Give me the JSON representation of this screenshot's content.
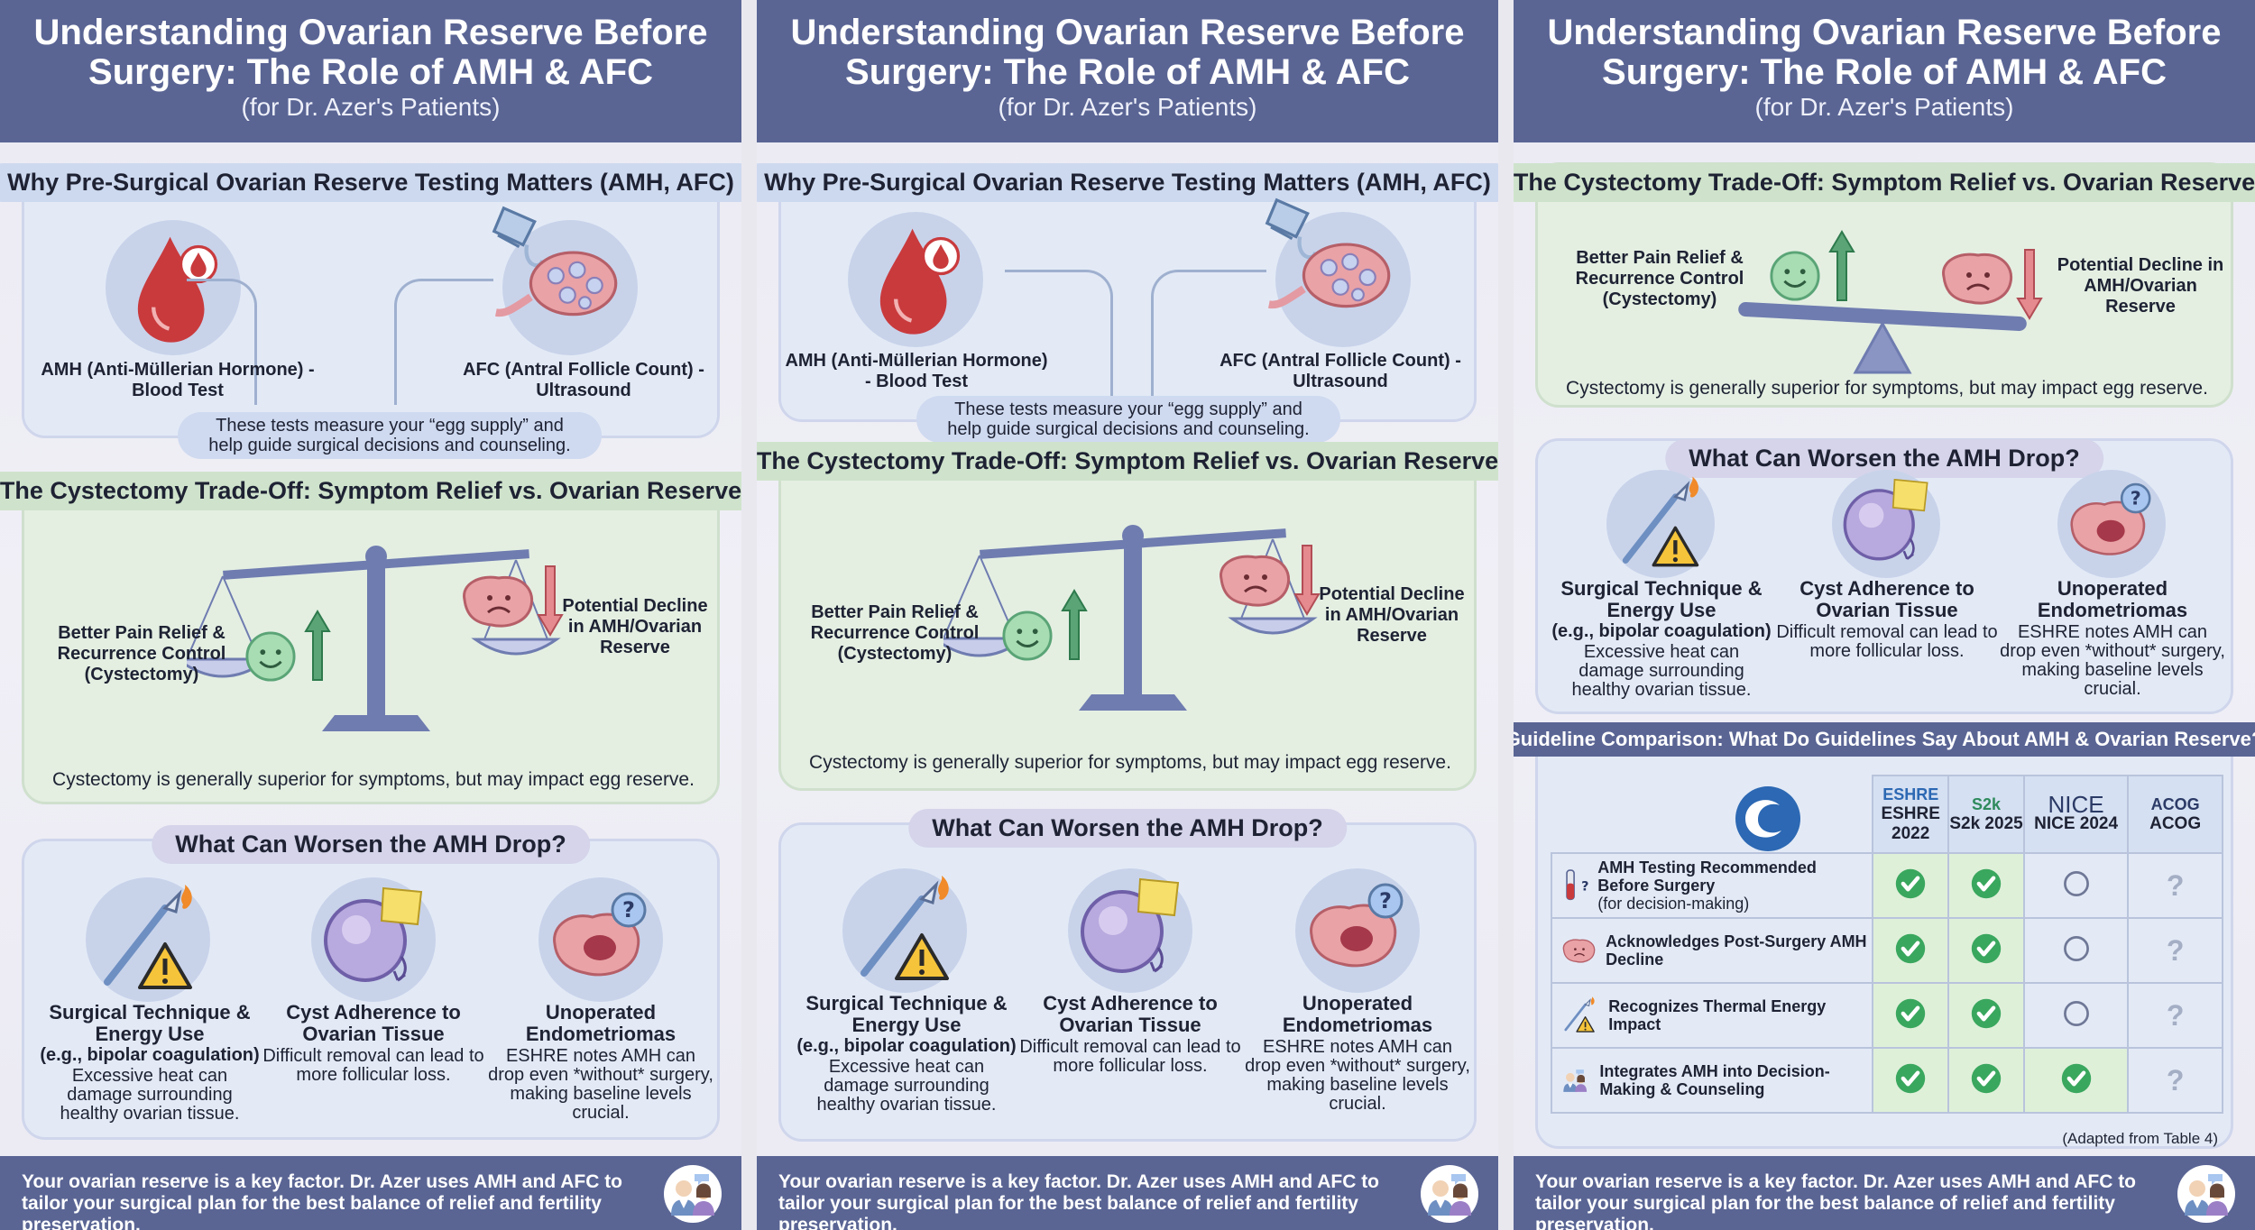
{
  "header": {
    "title": "Understanding Ovarian Reserve Before Surgery: The Role of AMH & AFC",
    "subtitle": "(for Dr. Azer's Patients)"
  },
  "testing": {
    "heading": "Why Pre-Surgical Ovarian Reserve Testing Matters (AMH, AFC)",
    "amh_label": "AMH (Anti-Müllerian Hormone) - Blood Test",
    "afc_label": "AFC (Antral Follicle Count) - Ultrasound",
    "note": "These tests measure your “egg supply” and help guide surgical decisions and counseling."
  },
  "tradeoff": {
    "heading": "The Cystectomy Trade-Off: Symptom Relief vs. Ovarian Reserve",
    "left_label": "Better Pain Relief & Recurrence Control (Cystectomy)",
    "right_label": "Potential Decline in AMH/Ovarian Reserve",
    "note": "Cystectomy is generally superior for symptoms, but may impact egg reserve."
  },
  "worsen": {
    "heading": "What Can Worsen the AMH Drop?",
    "items": [
      {
        "title": "Surgical Technique & Energy Use",
        "subtitle": "(e.g., bipolar coagulation)",
        "body": "Excessive heat can damage surrounding healthy ovarian tissue."
      },
      {
        "title": "Cyst Adherence to Ovarian Tissue",
        "subtitle": "",
        "body": "Difficult removal can lead to more follicular loss."
      },
      {
        "title": "Unoperated Endometriomas",
        "subtitle": "",
        "body": "ESHRE notes AMH can drop even *without* surgery, making baseline levels crucial."
      }
    ]
  },
  "guidelines": {
    "heading": "Guideline Comparison: What Do Guidelines Say About AMH & Ovarian Reserve?",
    "columns": [
      {
        "logo": "ESHRE",
        "label": "ESHRE 2022"
      },
      {
        "logo": "S2k",
        "label": "S2k 2025"
      },
      {
        "logo": "NICE",
        "label": "NICE 2024"
      },
      {
        "logo": "ACOG",
        "label": "ACOG"
      }
    ],
    "rows": [
      {
        "title": "AMH Testing Recommended Before Surgery",
        "detail": "(for decision-making)",
        "cells": [
          "check",
          "check",
          "empty",
          "unknown"
        ]
      },
      {
        "title": "Acknowledges Post-Surgery AMH Decline",
        "detail": "",
        "cells": [
          "check",
          "check",
          "empty",
          "unknown"
        ]
      },
      {
        "title": "Recognizes Thermal Energy Impact",
        "detail": "",
        "cells": [
          "check",
          "check",
          "empty",
          "unknown"
        ]
      },
      {
        "title": "Integrates AMH into Decision-Making & Counseling",
        "detail": "",
        "cells": [
          "check",
          "check",
          "check",
          "unknown"
        ]
      }
    ],
    "source": "(Adapted from Table 4)",
    "q_mark": "?"
  },
  "footer": {
    "text": "Your ovarian reserve is a key factor. Dr. Azer uses AMH and AFC to tailor your surgical plan for the best balance of relief and fertility preservation."
  },
  "colors": {
    "header": "#5a6594",
    "check": "#3aa75e",
    "blood": "#c93a3d",
    "ovary": "#e9a2a6"
  }
}
